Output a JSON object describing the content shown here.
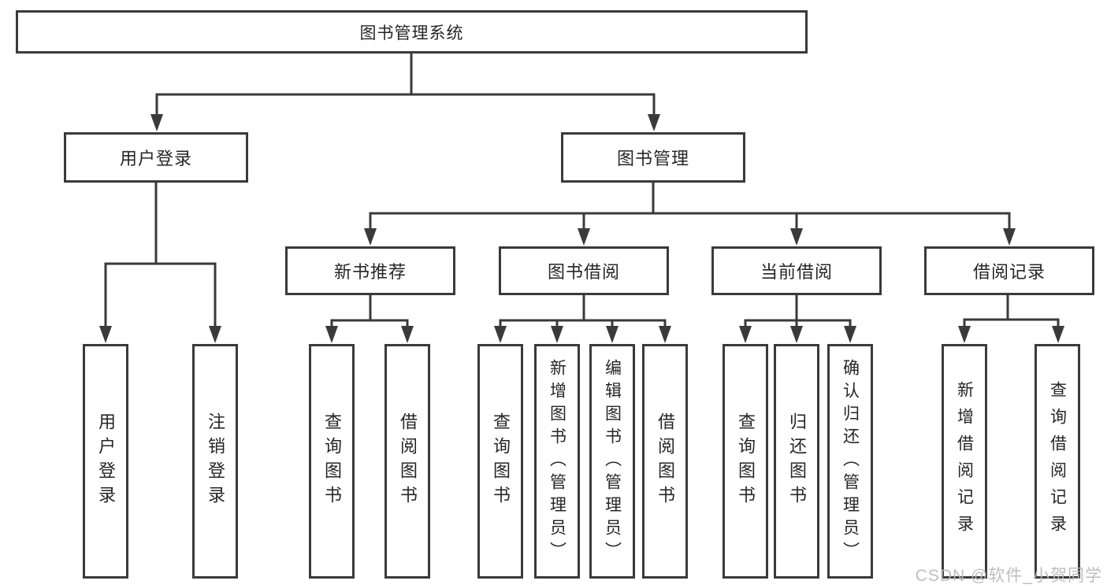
{
  "diagram": {
    "type": "tree",
    "colors": {
      "line": "#3a3a3a",
      "text": "#262626",
      "box_background": "#ffffff",
      "watermark": "#b8b8b8"
    },
    "nodes": {
      "root": "图书管理系统",
      "user_login": "用户登录",
      "book_mgmt": "图书管理",
      "new_books": "新书推荐",
      "book_borrow": "图书借阅",
      "current_borrow": "当前借阅",
      "borrow_records": "借阅记录"
    },
    "leaves": {
      "user_login_1": "用户登录",
      "user_login_2": "注销登录",
      "new_books_1": "查询图书",
      "new_books_2": "借阅图书",
      "book_borrow_1": "查询图书",
      "book_borrow_2": "新增图书（管理员）",
      "book_borrow_3": "编辑图书（管理员）",
      "book_borrow_4": "借阅图书",
      "current_borrow_1": "查询图书",
      "current_borrow_2": "归还图书",
      "current_borrow_3": "确认归还（管理员）",
      "borrow_records_1": "新增借阅记录",
      "borrow_records_2": "查询借阅记录"
    },
    "edges": [
      "root→user_login",
      "root→book_mgmt",
      "user_login→user_login_1",
      "user_login→user_login_2",
      "book_mgmt→new_books",
      "book_mgmt→book_borrow",
      "book_mgmt→current_borrow",
      "book_mgmt→borrow_records",
      "new_books→new_books_1",
      "new_books→new_books_2",
      "book_borrow→book_borrow_1",
      "book_borrow→book_borrow_2",
      "book_borrow→book_borrow_3",
      "book_borrow→book_borrow_4",
      "current_borrow→current_borrow_1",
      "current_borrow→current_borrow_2",
      "current_borrow→current_borrow_3",
      "borrow_records→borrow_records_1",
      "borrow_records→borrow_records_2"
    ]
  },
  "watermark": {
    "text": "CSDN @软件_小贺同学"
  }
}
